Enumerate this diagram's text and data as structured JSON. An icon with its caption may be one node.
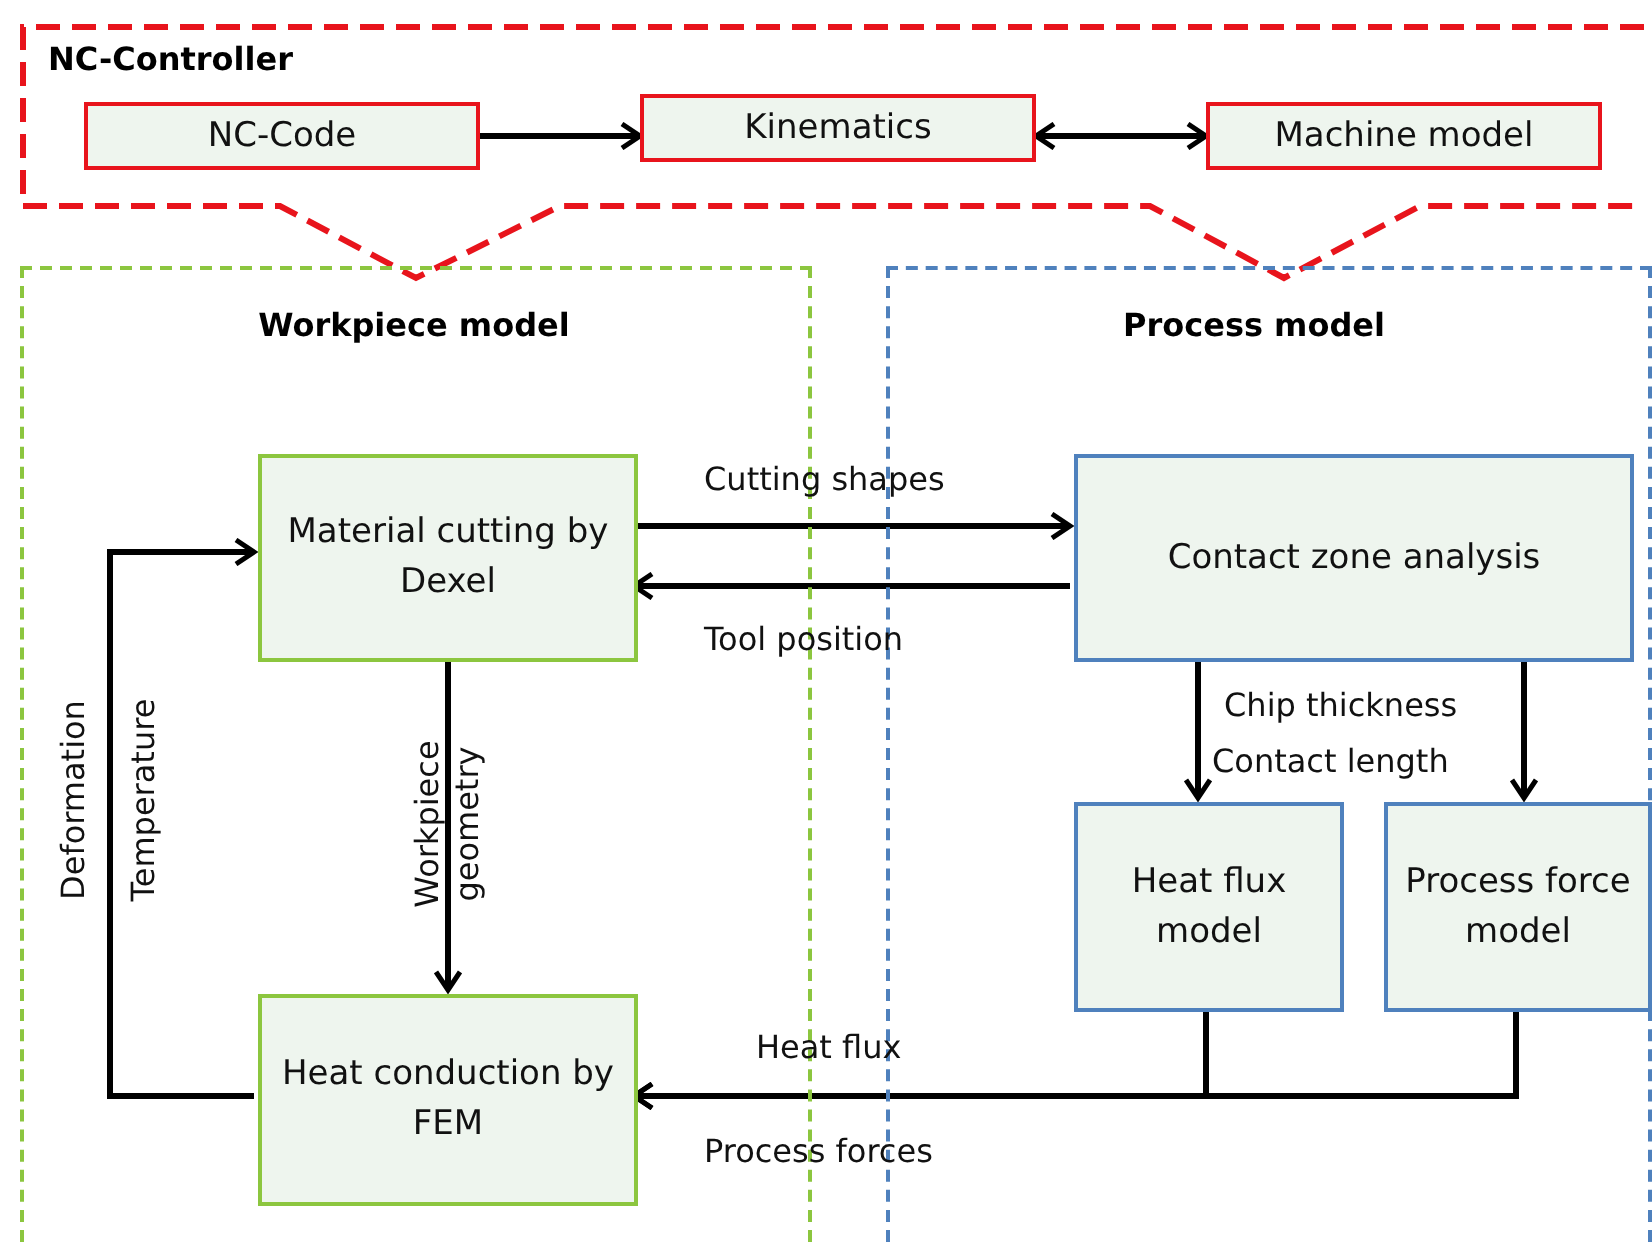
{
  "diagram": {
    "nodes": [
      {
        "text": [
          "NC-Controller"
        ]
      },
      {
        "text": [
          "NC-Code"
        ],
        "in": 0
      },
      {
        "text": [
          "Kinematics"
        ],
        "in": 0
      },
      {
        "text": [
          "Machine model"
        ],
        "in": 0
      },
      {
        "text": [
          "Workpiece model"
        ]
      },
      {
        "text": [
          "Material cutting by Dexel"
        ],
        "in": 4
      },
      {
        "text": [
          "Heat conduction by FEM"
        ],
        "in": 4
      },
      {
        "text": [
          "Process model"
        ]
      },
      {
        "text": [
          "Contact zone analysis"
        ],
        "in": 7
      },
      {
        "text": [
          "Heat flux model"
        ],
        "in": 7
      },
      {
        "text": [
          "Process force model"
        ],
        "in": 7
      }
    ],
    "edges": [
      {
        "from": 1,
        "to": 2,
        "arrow": "to"
      },
      {
        "from": 2,
        "to": 3,
        "arrow": "both"
      },
      {
        "from": 5,
        "to": 8,
        "arrow": "to",
        "label": "Cutting shapes"
      },
      {
        "from": 8,
        "to": 5,
        "arrow": "to",
        "label": "Tool position"
      },
      {
        "from": 5,
        "to": 6,
        "arrow": "to",
        "label": "Workpiece geometry"
      },
      {
        "from": 6,
        "to": 5,
        "arrow": "to"
      },
      {
        "from": 8,
        "to": 9,
        "arrow": "to"
      },
      {
        "from": 8,
        "to": 10,
        "arrow": "to"
      },
      {
        "from": 9,
        "to": 6,
        "arrow": "to",
        "label": "Heat flux"
      },
      {
        "from": 10,
        "to": 6,
        "arrow": "to",
        "label": "Process forces"
      }
    ],
    "labels": [
      "Deformation",
      "Temperature",
      "Chip thickness",
      "Contact length"
    ]
  }
}
